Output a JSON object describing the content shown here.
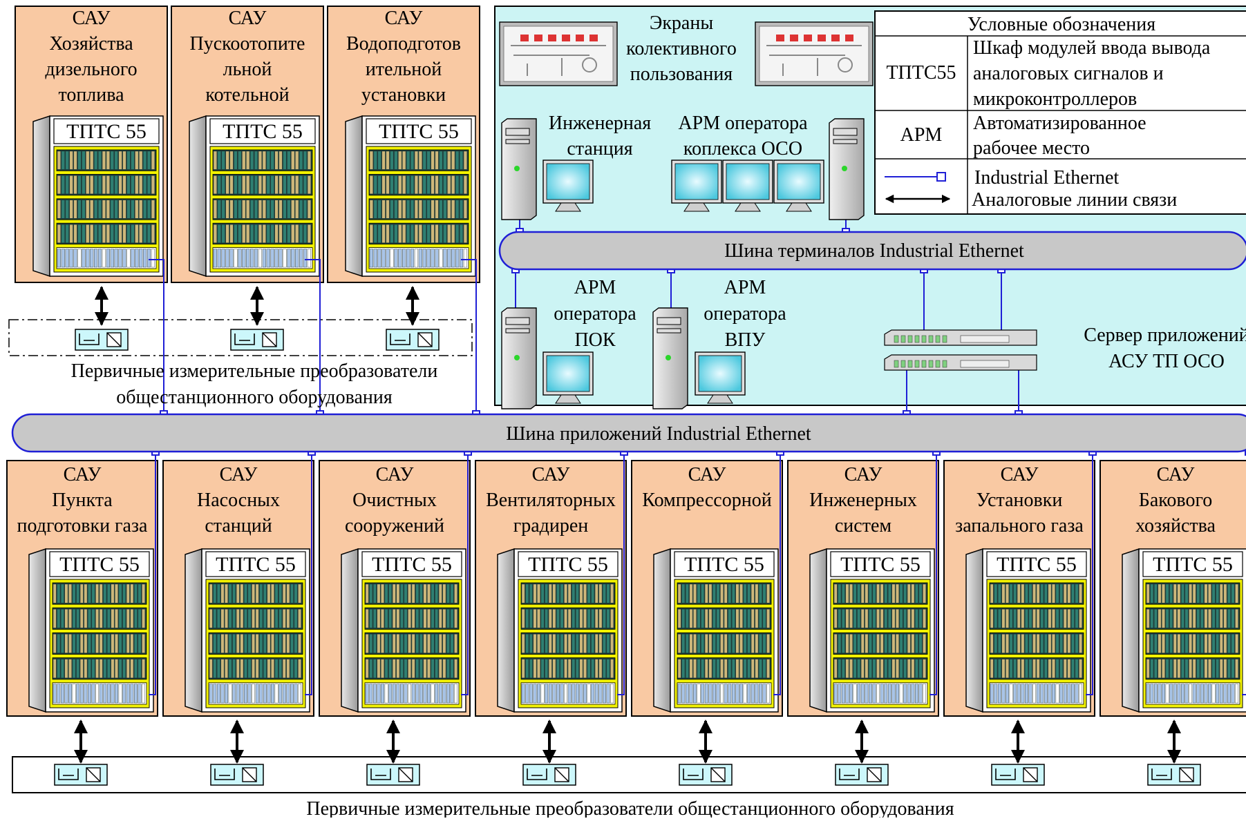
{
  "colors": {
    "panel_fill": "#f9c9a3",
    "cyan_area": "#ccf4f4",
    "bus_fill": "#c8c8c8",
    "ethernet_line": "#1f1fd6",
    "cabinet_frame": "#f2f200",
    "module_green": "#2f7f72",
    "module_tan": "#cdb77a",
    "io_module_blue": "#a8c4e8",
    "monitor_screen": "#5fd4e6",
    "sensor_fill": "#ccf7fb"
  },
  "top_panels": [
    {
      "sau": "САУ",
      "lines": [
        "Хозяйства",
        "дизельного",
        "топлива"
      ],
      "cabinet": "ТПТС 55"
    },
    {
      "sau": "САУ",
      "lines": [
        "Пускоотопите",
        "льной",
        "котельной"
      ],
      "cabinet": "ТПТС 55"
    },
    {
      "sau": "САУ",
      "lines": [
        "Водоподготов",
        "ительной",
        "установки"
      ],
      "cabinet": "ТПТС 55"
    }
  ],
  "bottom_panels": [
    {
      "sau": "САУ",
      "lines": [
        "Пункта",
        "подготовки газа"
      ],
      "cabinet": "ТПТС 55"
    },
    {
      "sau": "САУ",
      "lines": [
        "Насосных",
        "станций"
      ],
      "cabinet": "ТПТС 55"
    },
    {
      "sau": "САУ",
      "lines": [
        "Очистных",
        "сооружений"
      ],
      "cabinet": "ТПТС 55"
    },
    {
      "sau": "САУ",
      "lines": [
        "Вентиляторных",
        "градирен"
      ],
      "cabinet": "ТПТС 55"
    },
    {
      "sau": "САУ",
      "lines": [
        "Компрессорной"
      ],
      "cabinet": "ТПТС 55"
    },
    {
      "sau": "САУ",
      "lines": [
        "Инженерных",
        "систем"
      ],
      "cabinet": "ТПТС 55"
    },
    {
      "sau": "САУ",
      "lines": [
        "Установки",
        "запального газа"
      ],
      "cabinet": "ТПТС 55"
    },
    {
      "sau": "САУ",
      "lines": [
        "Бакового",
        "хозяйства"
      ],
      "cabinet": "ТПТС 55"
    }
  ],
  "control_room": {
    "screens_label": [
      "Экраны",
      "колективного",
      "пользования"
    ],
    "engineering_station": [
      "Инженерная",
      "станция"
    ],
    "arm_oso": [
      "АРМ оператора",
      "коплекса ОСО"
    ],
    "arm_pok": [
      "АРМ",
      "оператора",
      "ПОК"
    ],
    "arm_vpu": [
      "АРМ",
      "оператора",
      "ВПУ"
    ],
    "server_label": [
      "Сервер приложений",
      "АСУ ТП ОСО"
    ]
  },
  "legend": {
    "title": "Условные обозначения",
    "rows": [
      {
        "key": "ТПТС55",
        "desc": [
          "Шкаф модулей ввода вывода",
          "аналоговых сигналов и",
          "микроконтроллеров"
        ]
      },
      {
        "key": "АРМ",
        "desc": [
          "Автоматизированное",
          "рабочее место"
        ]
      },
      {
        "key_icon": "ethernet-line",
        "desc": [
          "Industrial Ethernet"
        ]
      },
      {
        "key_icon": "analog-arrow",
        "desc": [
          "Аналоговые линии связи"
        ]
      }
    ]
  },
  "buses": {
    "terminal_bus": "Шина терминалов Industrial Ethernet",
    "application_bus": "Шина приложений Industrial Ethernet"
  },
  "sensors": {
    "top_caption": [
      "Первичные измерительные преобразователи",
      "общестанционного оборудования"
    ],
    "bottom_caption": "Первичные измерительные преобразователи  общестанционного оборудования"
  }
}
